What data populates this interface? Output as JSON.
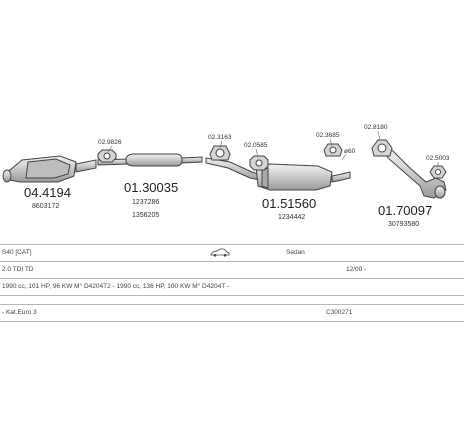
{
  "parts": [
    {
      "main": "04.4194",
      "refs": [
        "8603172"
      ]
    },
    {
      "main": "01.30035",
      "refs": [
        "1237286",
        "1356205"
      ]
    },
    {
      "main": "01.51560",
      "refs": [
        "1234442"
      ]
    },
    {
      "main": "01.70097",
      "refs": [
        "30793580"
      ]
    }
  ],
  "fittings": [
    "02.9826",
    "02.3163",
    "02.0585",
    "02.3685",
    "02.8180",
    "02.5003"
  ],
  "annotations": {
    "clamp_size": "ø60"
  },
  "info": {
    "model": "S40 [CAT]",
    "body": "Sedan",
    "engine": "2.0 TDI TD",
    "date": "12/00 -",
    "specs": "1990 cc, 101 HP, 96 KW M° D4204T2 - 1990 cc, 136 HP, 100 KW M° D4204T -",
    "catalyst": "- Kat.Euro 3",
    "code": "C300271"
  },
  "colors": {
    "line": "#444444",
    "fill": "#d4d4d4",
    "text": "#222222",
    "rule": "#b8b8b8"
  }
}
